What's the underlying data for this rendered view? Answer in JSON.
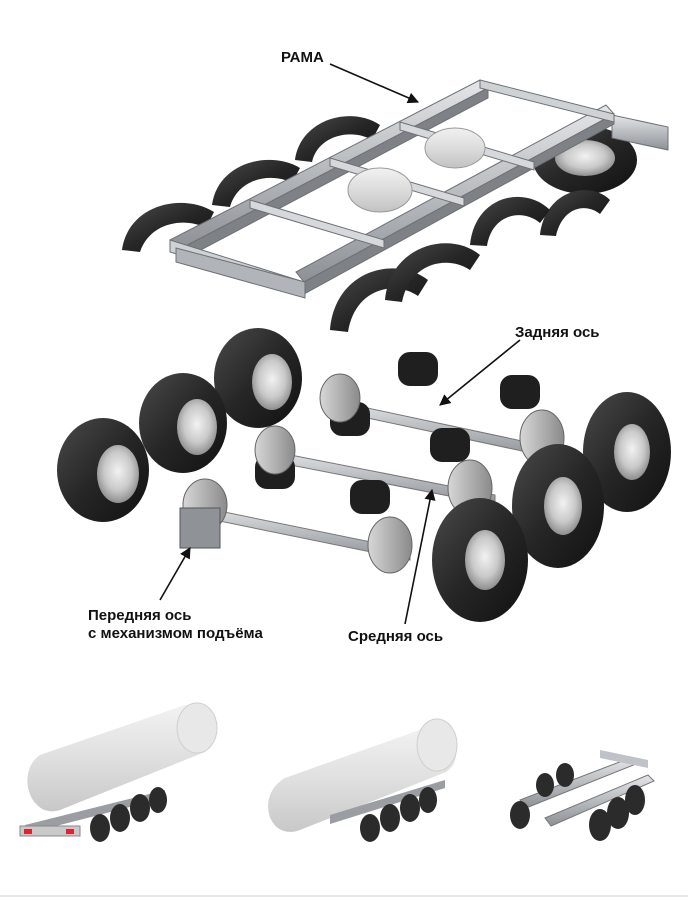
{
  "labels": {
    "frame": "РАМА",
    "rear_axle": "Задняя ось",
    "front_axle_line1": "Передняя ось",
    "front_axle_line2": "с механизмом подъёма",
    "middle_axle": "Средняя ось"
  },
  "colors": {
    "tire": "#2a2a2a",
    "frame_steel": "#b9bcc0",
    "air_spring": "#1e1e1e",
    "tank": "#dedede",
    "arrow": "#111111"
  }
}
